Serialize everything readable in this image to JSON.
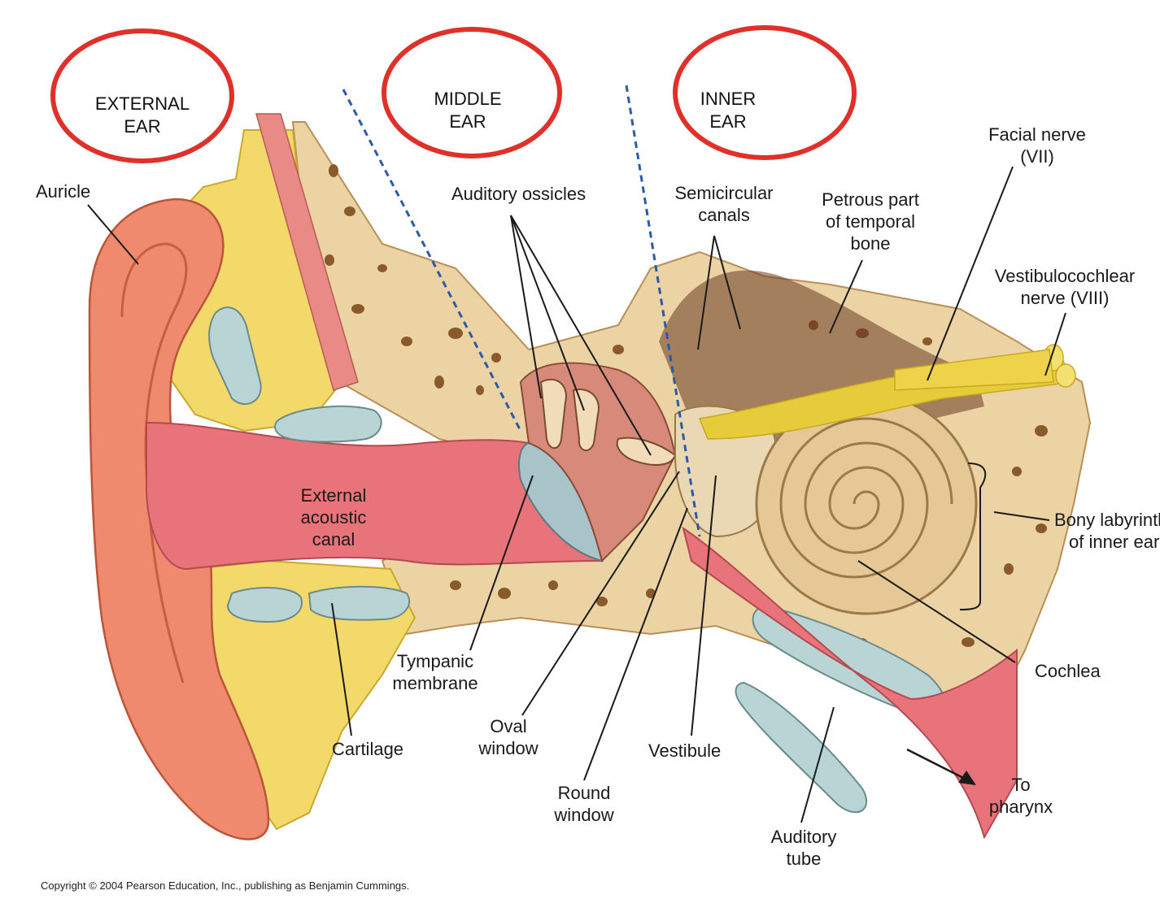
{
  "regions": {
    "external": [
      "EXTERNAL",
      "EAR"
    ],
    "middle": [
      "MIDDLE",
      "EAR"
    ],
    "inner": [
      "INNER",
      "EAR"
    ]
  },
  "labels": {
    "auricle": "Auricle",
    "auditory_ossicles": "Auditory ossicles",
    "semicircular_canals": [
      "Semicircular",
      "canals"
    ],
    "petrous": [
      "Petrous part",
      "of temporal",
      "bone"
    ],
    "facial_nerve": [
      "Facial nerve",
      "(VII)"
    ],
    "vestibulocochlear": [
      "Vestibulocochlear",
      "nerve (VIII)"
    ],
    "bony_labyrinth": [
      "Bony labyrinth",
      "of inner ear"
    ],
    "external_canal": [
      "External",
      "acoustic",
      "canal"
    ],
    "tympanic": [
      "Tympanic",
      "membrane"
    ],
    "cartilage": "Cartilage",
    "oval_window": [
      "Oval",
      "window"
    ],
    "round_window": [
      "Round",
      "window"
    ],
    "vestibule": "Vestibule",
    "cochlea": "Cochlea",
    "auditory_tube": [
      "Auditory",
      "tube"
    ],
    "to_pharynx": [
      "To",
      "pharynx"
    ]
  },
  "copyright": "Copyright © 2004 Pearson Education, Inc., publishing as Benjamin Cummings.",
  "colors": {
    "circle": "#e0302a",
    "divider": "#2a5aa8",
    "skin": "#ef8a6e",
    "fat": "#f3d96a",
    "bone": "#ecd3a4",
    "canal": "#e8737a",
    "cartilage": "#b8d4d4",
    "nerve": "#e6cc3a"
  }
}
